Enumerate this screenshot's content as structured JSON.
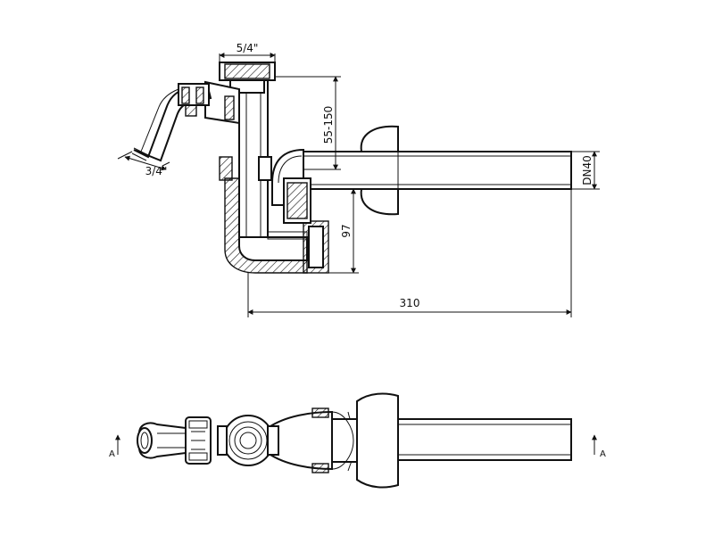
{
  "dimensions": {
    "top_fitting": "5/4\"",
    "hose_fitting": "3/4\"",
    "height_range": "55-150",
    "pipe_diameter": "DN40",
    "trap_height": "97",
    "overall_length": "310"
  },
  "section_marker": "A"
}
